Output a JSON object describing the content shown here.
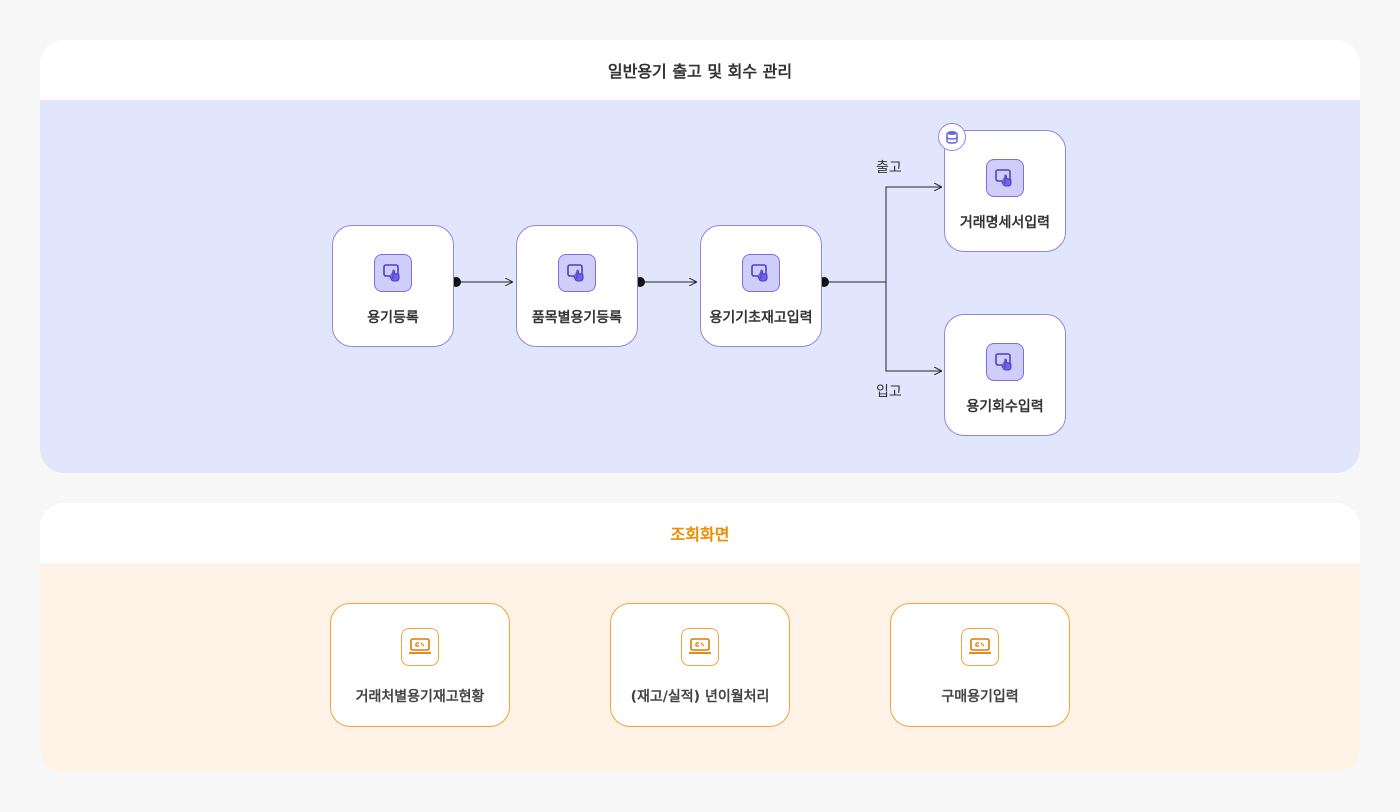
{
  "panel1": {
    "title": "일반용기 출고 및 회수 관리",
    "nodes": [
      "용기등록",
      "품목별용기등록",
      "용기기초재고입력",
      "거래명세서입력",
      "용기회수입력"
    ],
    "branch_out": "출고",
    "branch_in": "입고",
    "icon": "touch-screen-icon",
    "badge_icon": "database-icon"
  },
  "panel2": {
    "title": "조회화면",
    "nodes": [
      "거래처별용기재고현황",
      "(재고/실적) 년이월처리",
      "구매용기입력"
    ],
    "icon": "monitor-icon"
  },
  "colors": {
    "purple_border": "#8f86e0",
    "purple_bg": "#e2e6fc",
    "orange_accent": "#f08c00",
    "orange_bg": "#fef3e6"
  }
}
